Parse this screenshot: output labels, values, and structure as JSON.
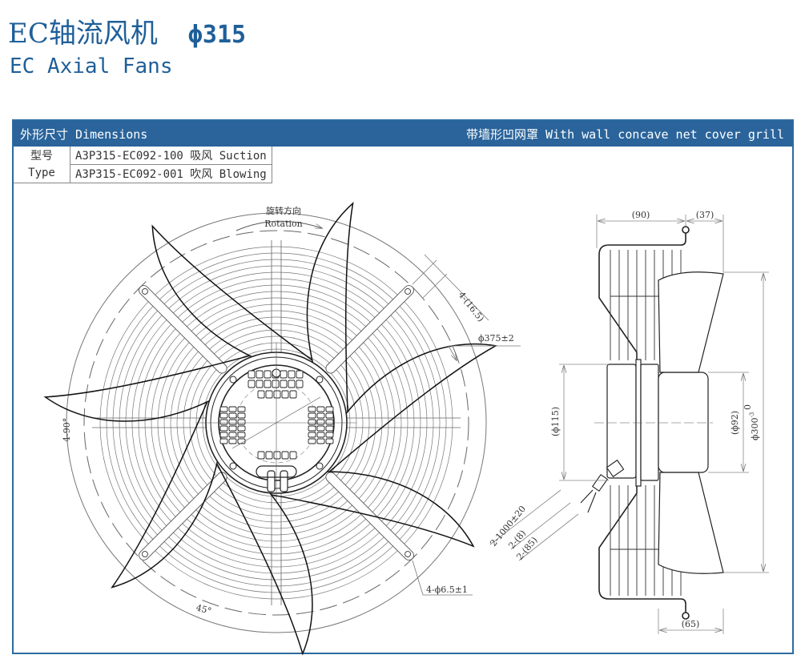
{
  "header": {
    "title_cn": "EC轴流风机",
    "model_size": "ϕ315",
    "title_en": "EC Axial Fans"
  },
  "panel": {
    "left_title": "外形尺寸 Dimensions",
    "right_title": "带墙形凹网罩 With wall concave net cover grill",
    "accent_color": "#2a649b"
  },
  "type_table": {
    "label_cn": "型号",
    "label_en": "Type",
    "rows": [
      {
        "model": "A3P315-EC092-100",
        "mode_cn": "吸风",
        "mode_en": "Suction"
      },
      {
        "model": "A3P315-EC092-001",
        "mode_cn": "吹风",
        "mode_en": "Blowing"
      }
    ]
  },
  "front_view": {
    "rotation_cn": "旋转方向",
    "rotation_en": "Rotation",
    "dim_slot": "4-(16.5)",
    "dim_mount_circle": "ϕ375±2",
    "dim_holes": "4-ϕ6.5±1",
    "dim_angle_90": "4-90°",
    "dim_angle_45": "45°",
    "blade_count": 7
  },
  "side_view": {
    "dim_depth_1": "(90)",
    "dim_depth_2": "(37)",
    "dim_depth_3": "(65)",
    "dim_motor_dia": "(ϕ115)",
    "dim_hub_dia": "(ϕ92)",
    "dim_impeller_dia": "ϕ300",
    "dim_impeller_tol_upper": "0",
    "dim_impeller_tol_lower": "-3",
    "dim_cable_length": "2-1000±20",
    "dim_cable_strip_1": "2-(8)",
    "dim_cable_strip_2": "2-(85)"
  }
}
